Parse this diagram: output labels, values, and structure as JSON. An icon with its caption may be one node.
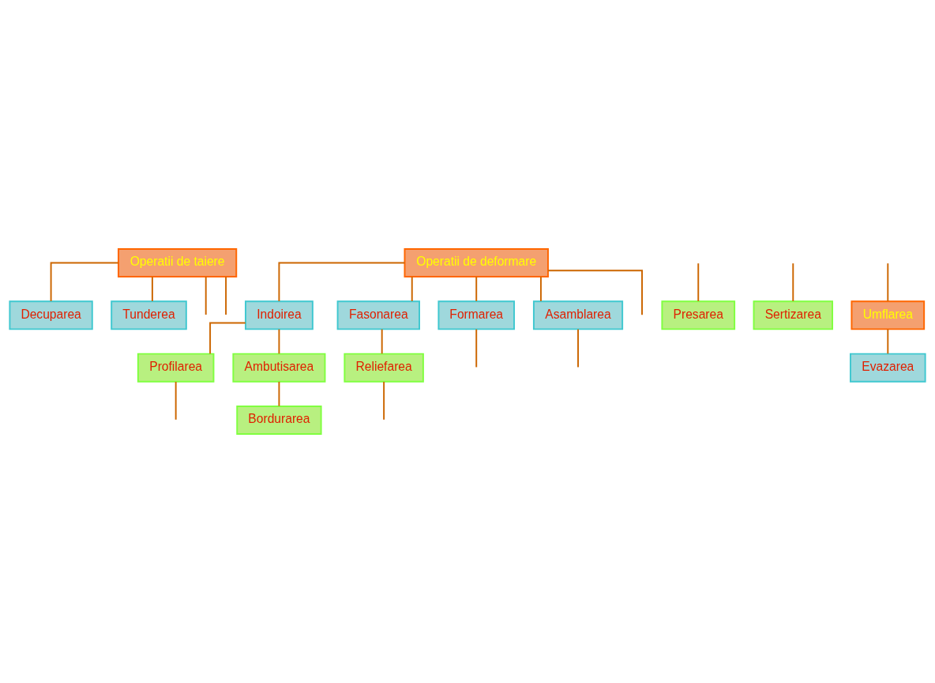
{
  "diagram": {
    "nodes": [
      {
        "text": [
          "Operatii de taiere"
        ]
      },
      {
        "text": [
          "Decuparea"
        ]
      },
      {
        "text": [
          "Tunderea"
        ]
      },
      {
        "text": [
          "Operatii de deformare"
        ]
      },
      {
        "text": [
          "Indoirea"
        ]
      },
      {
        "text": [
          "Fasonarea"
        ]
      },
      {
        "text": [
          "Formarea"
        ]
      },
      {
        "text": [
          "Asamblarea"
        ]
      },
      {
        "text": [
          "Profilarea"
        ]
      },
      {
        "text": [
          "Ambutisarea"
        ]
      },
      {
        "text": [
          "Reliefarea"
        ]
      },
      {
        "text": [
          "Bordurarea"
        ]
      },
      {
        "text": [
          "Presarea"
        ]
      },
      {
        "text": [
          "Sertizarea"
        ]
      },
      {
        "text": [
          "Umflarea"
        ]
      },
      {
        "text": [
          "Evazarea"
        ]
      }
    ],
    "edges": [
      {
        "from": 0,
        "to": null,
        "arrow": "none"
      },
      {
        "from": 0,
        "to": 1,
        "arrow": "none"
      },
      {
        "from": 0,
        "to": null,
        "arrow": "none"
      },
      {
        "from": 0,
        "to": 2,
        "arrow": "none"
      },
      {
        "from": 3,
        "to": 4,
        "arrow": "none"
      },
      {
        "from": 3,
        "to": null,
        "arrow": "none"
      },
      {
        "from": 3,
        "to": 5,
        "arrow": "none"
      },
      {
        "from": 3,
        "to": 6,
        "arrow": "none"
      },
      {
        "from": 3,
        "to": 7,
        "arrow": "none"
      },
      {
        "from": 4,
        "to": 8,
        "arrow": "none"
      },
      {
        "from": 4,
        "to": 9,
        "arrow": "none"
      },
      {
        "from": 5,
        "to": 10,
        "arrow": "none"
      },
      {
        "from": 6,
        "to": null,
        "arrow": "none"
      },
      {
        "from": 7,
        "to": null,
        "arrow": "none"
      },
      {
        "from": 8,
        "to": null,
        "arrow": "none"
      },
      {
        "from": 9,
        "to": 11,
        "arrow": "none"
      },
      {
        "from": 10,
        "to": null,
        "arrow": "none"
      },
      {
        "from": null,
        "to": 12,
        "arrow": "none"
      },
      {
        "from": null,
        "to": 13,
        "arrow": "none"
      },
      {
        "from": null,
        "to": 14,
        "arrow": "none"
      },
      {
        "from": 14,
        "to": 15,
        "arrow": "none"
      }
    ]
  }
}
